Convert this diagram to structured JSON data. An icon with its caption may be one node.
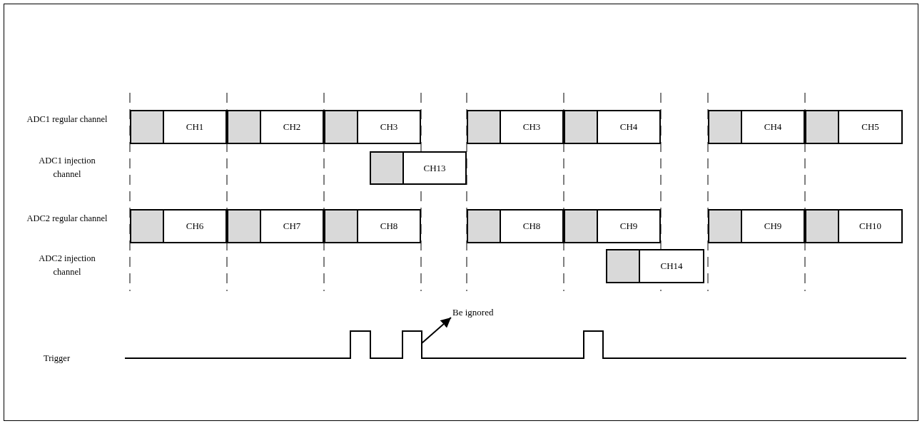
{
  "diagram": {
    "nodes": [
      {
        "text": [
          "CH1"
        ]
      },
      {
        "text": [
          "CH2"
        ]
      },
      {
        "text": [
          "CH3"
        ]
      },
      {
        "text": [
          "CH3"
        ]
      },
      {
        "text": [
          "CH4"
        ]
      },
      {
        "text": [
          "CH4"
        ]
      },
      {
        "text": [
          "CH5"
        ]
      },
      {
        "text": [
          "CH13"
        ]
      },
      {
        "text": [
          "CH6"
        ]
      },
      {
        "text": [
          "CH7"
        ]
      },
      {
        "text": [
          "CH8"
        ]
      },
      {
        "text": [
          "CH8"
        ]
      },
      {
        "text": [
          "CH9"
        ]
      },
      {
        "text": [
          "CH9"
        ]
      },
      {
        "text": [
          "CH10"
        ]
      },
      {
        "text": [
          "CH14"
        ]
      },
      {
        "text": [
          "Be ignored"
        ]
      }
    ],
    "edges": [
      {
        "from": null,
        "to": 16,
        "arrow": "to"
      }
    ],
    "labels": [
      "ADC1 regular channel",
      "ADC1 injection channel",
      "ADC2 regular channel",
      "ADC2 injection channel",
      "Trigger"
    ]
  }
}
